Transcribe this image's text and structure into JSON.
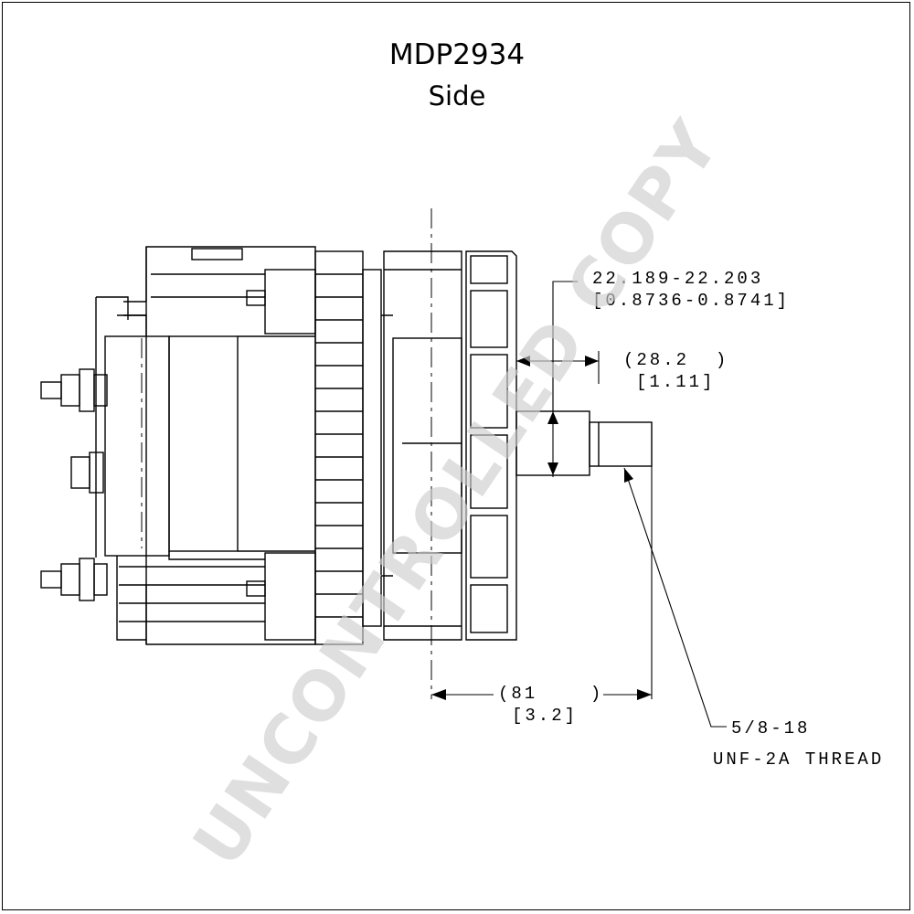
{
  "title": "MDP2934",
  "view": "Side",
  "dimensions": {
    "shaft_dia_mm": "22.189-22.203",
    "shaft_dia_in": "[0.8736-0.8741]",
    "length_28_mm": "(28.2  )",
    "length_28_in": "[1.11]",
    "length_81_mm": "(81    )",
    "length_81_in": "[3.2]"
  },
  "thread": {
    "size": "5/8-18",
    "spec": "UNF-2A THREAD"
  },
  "watermark": "UNCONTROLLED COPY",
  "colors": {
    "line": "#000000",
    "watermark": "#cfcfcf"
  }
}
